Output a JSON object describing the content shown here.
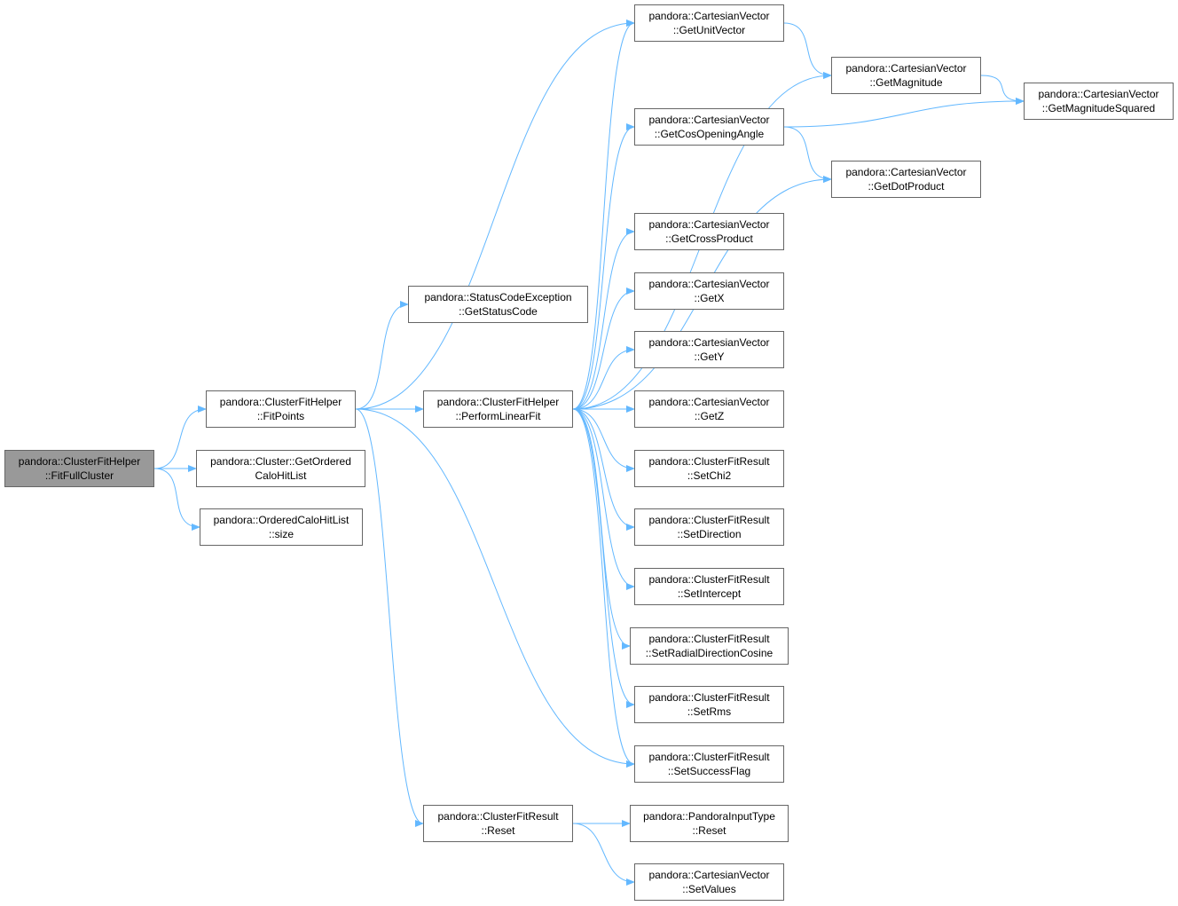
{
  "colors": {
    "edge": "#63b8ff",
    "node_border": "#666666",
    "root_fill": "#999999",
    "node_fill": "#ffffff"
  },
  "nodes": {
    "fitfullcluster": [
      "pandora::ClusterFitHelper",
      "::FitFullCluster"
    ],
    "fitpoints": [
      "pandora::ClusterFitHelper",
      "::FitPoints"
    ],
    "getorderedcalohitlist": [
      "pandora::Cluster::GetOrdered",
      "CaloHitList"
    ],
    "orderedcalohitlist-size": [
      "pandora::OrderedCaloHitList",
      "::size"
    ],
    "getstatuscode": [
      "pandora::StatusCodeException",
      "::GetStatusCode"
    ],
    "performlinearfit": [
      "pandora::ClusterFitHelper",
      "::PerformLinearFit"
    ],
    "clusterfitresult-reset": [
      "pandora::ClusterFitResult",
      "::Reset"
    ],
    "getunitvector": [
      "pandora::CartesianVector",
      "::GetUnitVector"
    ],
    "getcosopeningangle": [
      "pandora::CartesianVector",
      "::GetCosOpeningAngle"
    ],
    "getcrossproduct": [
      "pandora::CartesianVector",
      "::GetCrossProduct"
    ],
    "getx": [
      "pandora::CartesianVector",
      "::GetX"
    ],
    "gety": [
      "pandora::CartesianVector",
      "::GetY"
    ],
    "getz": [
      "pandora::CartesianVector",
      "::GetZ"
    ],
    "setchi2": [
      "pandora::ClusterFitResult",
      "::SetChi2"
    ],
    "setdirection": [
      "pandora::ClusterFitResult",
      "::SetDirection"
    ],
    "setintercept": [
      "pandora::ClusterFitResult",
      "::SetIntercept"
    ],
    "setradialdirectioncosine": [
      "pandora::ClusterFitResult",
      "::SetRadialDirectionCosine"
    ],
    "setrms": [
      "pandora::ClusterFitResult",
      "::SetRms"
    ],
    "setsuccessflag": [
      "pandora::ClusterFitResult",
      "::SetSuccessFlag"
    ],
    "pandorainputtype-reset": [
      "pandora::PandoraInputType",
      "::Reset"
    ],
    "setvalues": [
      "pandora::CartesianVector",
      "::SetValues"
    ],
    "getmagnitude": [
      "pandora::CartesianVector",
      "::GetMagnitude"
    ],
    "getdotproduct": [
      "pandora::CartesianVector",
      "::GetDotProduct"
    ],
    "getmagnitudesquared": [
      "pandora::CartesianVector",
      "::GetMagnitudeSquared"
    ]
  },
  "edges": [
    [
      "fitfullcluster",
      "fitpoints"
    ],
    [
      "fitfullcluster",
      "getorderedcalohitlist"
    ],
    [
      "fitfullcluster",
      "orderedcalohitlist-size"
    ],
    [
      "fitpoints",
      "getstatuscode"
    ],
    [
      "fitpoints",
      "performlinearfit"
    ],
    [
      "fitpoints",
      "clusterfitresult-reset"
    ],
    [
      "fitpoints",
      "getunitvector"
    ],
    [
      "fitpoints",
      "setsuccessflag"
    ],
    [
      "performlinearfit",
      "getunitvector"
    ],
    [
      "performlinearfit",
      "getcosopeningangle"
    ],
    [
      "performlinearfit",
      "getcrossproduct"
    ],
    [
      "performlinearfit",
      "getx"
    ],
    [
      "performlinearfit",
      "gety"
    ],
    [
      "performlinearfit",
      "getz"
    ],
    [
      "performlinearfit",
      "getmagnitude"
    ],
    [
      "performlinearfit",
      "getdotproduct"
    ],
    [
      "performlinearfit",
      "setchi2"
    ],
    [
      "performlinearfit",
      "setdirection"
    ],
    [
      "performlinearfit",
      "setintercept"
    ],
    [
      "performlinearfit",
      "setradialdirectioncosine"
    ],
    [
      "performlinearfit",
      "setrms"
    ],
    [
      "performlinearfit",
      "setsuccessflag"
    ],
    [
      "clusterfitresult-reset",
      "pandorainputtype-reset"
    ],
    [
      "clusterfitresult-reset",
      "setvalues"
    ],
    [
      "getunitvector",
      "getmagnitude"
    ],
    [
      "getcosopeningangle",
      "getmagnitudesquared"
    ],
    [
      "getcosopeningangle",
      "getdotproduct"
    ],
    [
      "getmagnitude",
      "getmagnitudesquared"
    ]
  ]
}
